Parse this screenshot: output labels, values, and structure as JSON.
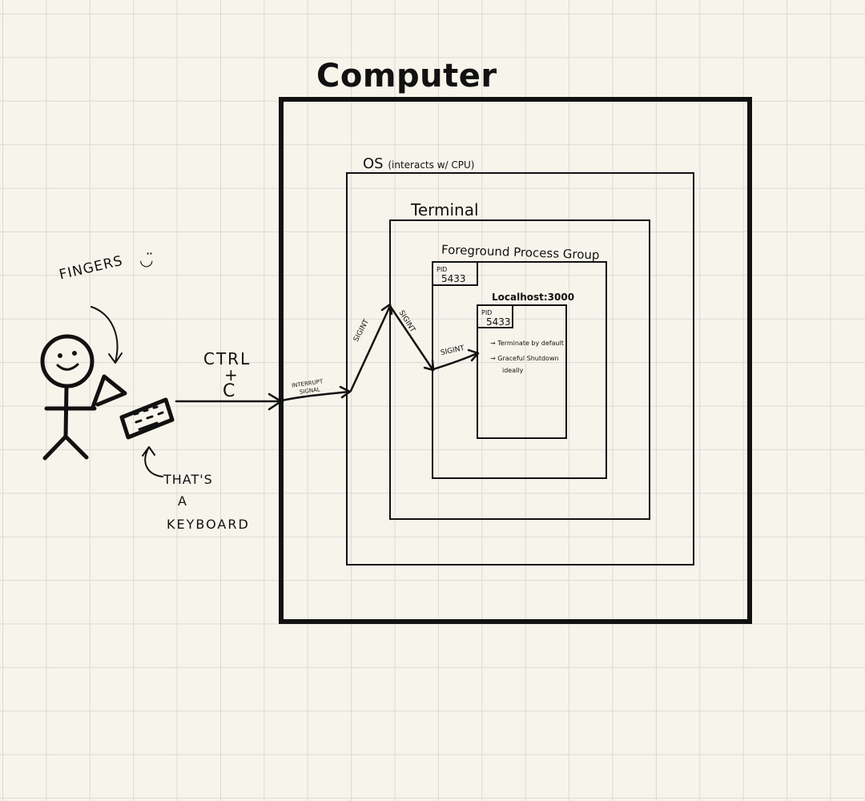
{
  "title": "Computer",
  "boxes": {
    "os": {
      "label": "OS",
      "sublabel": "(interacts w/ CPU)"
    },
    "terminal": {
      "label": "Terminal"
    },
    "foreground": {
      "label": "Foreground Process Group",
      "pid_key": "PID",
      "pid_value": "5433"
    },
    "localhost": {
      "label": "Localhost:3000",
      "pid_key": "PID",
      "pid_value": "5433",
      "notes": [
        "→ Terminate by default",
        "→ Graceful Shutdown",
        "ideally"
      ]
    }
  },
  "keys": {
    "ctrl": "CTRL",
    "plus": "+",
    "c": "C"
  },
  "signals": {
    "interrupt_line1": "INTERRUPT",
    "interrupt_line2": "SIGNAL",
    "sigint": "SIGINT"
  },
  "annotations": {
    "fingers": "FINGERS",
    "smile": "◡̈",
    "keyboard_line1": "THAT'S",
    "keyboard_line2": "A",
    "keyboard_line3": "KEYBOARD"
  },
  "colors": {
    "ink": "#111111",
    "paper": "#f7f5eb",
    "grid": "#d9d9d6"
  }
}
